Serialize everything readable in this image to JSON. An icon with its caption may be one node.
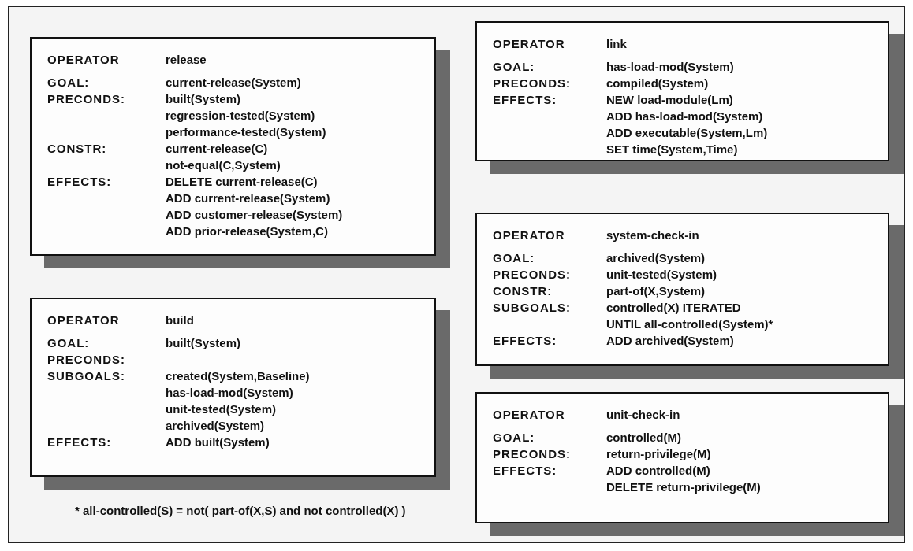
{
  "diagram": {
    "nodes": [
      {
        "text": [
          "OPERATOR",
          "release",
          "GOAL:",
          "current-release(System)",
          "PRECONDS:",
          "built(System)",
          "regression-tested(System)",
          "performance-tested(System)",
          "CONSTR:",
          "current-release(C)",
          "not-equal(C,System)",
          "EFFECTS:",
          "DELETE current-release(C)",
          "ADD current-release(System)",
          "ADD customer-release(System)",
          "ADD prior-release(System,C)"
        ]
      },
      {
        "text": [
          "OPERATOR",
          "build",
          "GOAL:",
          "built(System)",
          "PRECONDS:",
          "SUBGOALS:",
          "created(System,Baseline)",
          "has-load-mod(System)",
          "unit-tested(System)",
          "archived(System)",
          "EFFECTS:",
          "ADD built(System)"
        ]
      },
      {
        "text": [
          "OPERATOR",
          "link",
          "GOAL:",
          "has-load-mod(System)",
          "PRECONDS:",
          "compiled(System)",
          "EFFECTS:",
          "NEW load-module(Lm)",
          "ADD has-load-mod(System)",
          "ADD executable(System,Lm)",
          "SET time(System,Time)"
        ]
      },
      {
        "text": [
          "OPERATOR",
          "system-check-in",
          "GOAL:",
          "archived(System)",
          "PRECONDS:",
          "unit-tested(System)",
          "CONSTR:",
          "part-of(X,System)",
          "SUBGOALS:",
          "controlled(X) ITERATED",
          "UNTIL all-controlled(System)*",
          "EFFECTS:",
          "ADD archived(System)"
        ]
      },
      {
        "text": [
          "OPERATOR",
          "unit-check-in",
          "GOAL:",
          "controlled(M)",
          "PRECONDS:",
          "return-privilege(M)",
          "EFFECTS:",
          "ADD controlled(M)",
          "DELETE return-privilege(M)"
        ]
      }
    ],
    "labels": [
      "* all-controlled(S) = not( part-of(X,S) and not controlled(X) )"
    ]
  }
}
